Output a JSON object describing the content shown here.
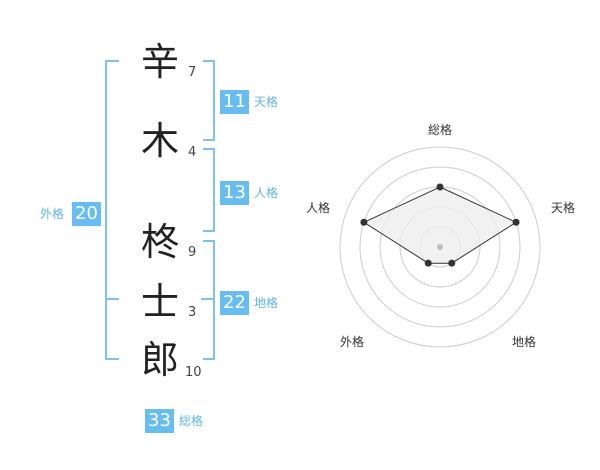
{
  "characters": [
    {
      "char": "辛",
      "strokes": "7"
    },
    {
      "char": "木",
      "strokes": "4"
    },
    {
      "char": "柊",
      "strokes": "9"
    },
    {
      "char": "士",
      "strokes": "3"
    },
    {
      "char": "郎",
      "strokes": "10"
    }
  ],
  "scores": {
    "tenkaku": {
      "value": "11",
      "label": "天格"
    },
    "jinkaku": {
      "value": "13",
      "label": "人格"
    },
    "chikaku": {
      "value": "22",
      "label": "地格"
    },
    "gaikaku": {
      "value": "20",
      "label": "外格"
    },
    "soukaku": {
      "value": "33",
      "label": "総格"
    }
  },
  "radar": {
    "axes": [
      "総格",
      "天格",
      "地格",
      "外格",
      "人格"
    ],
    "values": [
      3,
      4,
      1,
      1,
      4
    ],
    "max": 5,
    "colors": {
      "ring": "#cccccc",
      "fill": "#eeeeee",
      "line": "#333333",
      "point": "#333333",
      "center": "#bbbbbb"
    }
  },
  "colors": {
    "accent": "#68bdf0",
    "bracket": "#7cc4ef",
    "label": "#5fb4e6"
  }
}
